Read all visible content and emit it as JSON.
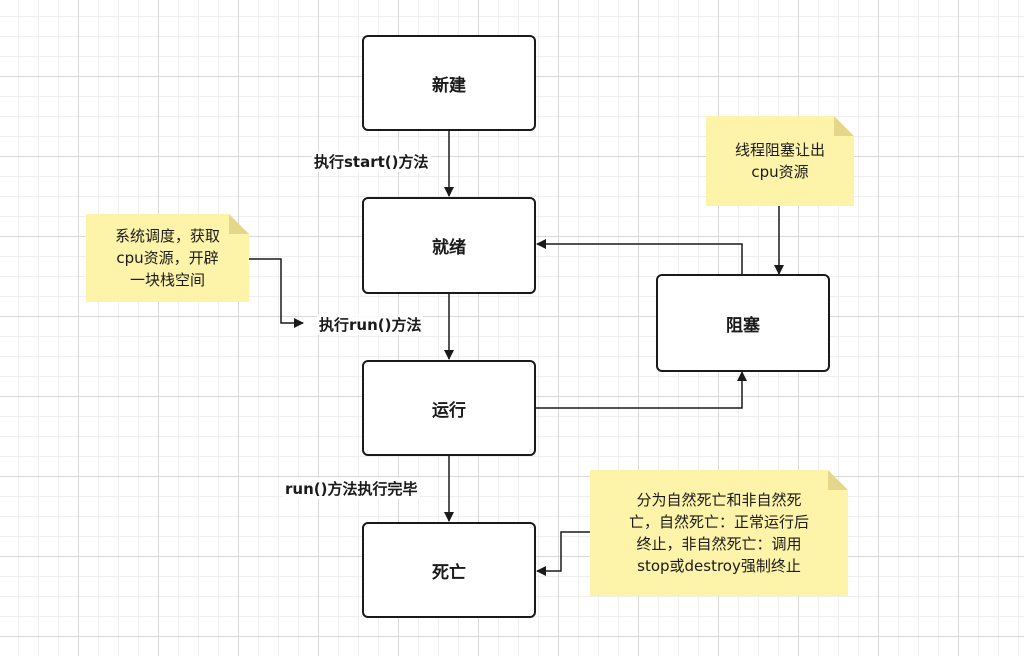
{
  "states": {
    "new": "新建",
    "ready": "就绪",
    "running": "运行",
    "blocked": "阻塞",
    "dead": "死亡"
  },
  "edge_labels": {
    "new_to_ready": "执行start()方法",
    "ready_to_running": "执行run()方法",
    "running_to_dead": "run()方法执行完毕"
  },
  "notes": {
    "schedule": [
      "系统调度，获取",
      "cpu资源，开辟",
      "一块栈空间"
    ],
    "block": [
      "线程阻塞让出",
      "cpu资源"
    ],
    "death": [
      "分为自然死亡和非自然死",
      "亡，自然死亡：正常运行后",
      "终止，非自然死亡：调用",
      "stop或destroy强制终止"
    ]
  },
  "colors": {
    "note_fill": "#fdf3a9",
    "stroke": "#1a1a1a"
  }
}
